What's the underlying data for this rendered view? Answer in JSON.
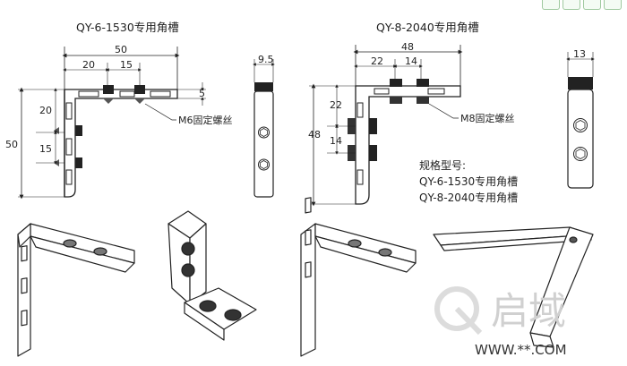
{
  "diagram": {
    "left_title": "QY-6-1530专用角槽",
    "right_title": "QY-8-2040专用角槽",
    "left_dims": {
      "overall_width": "50",
      "segment_a": "20",
      "segment_b": "15",
      "height_total": "50",
      "v_segment_a": "20",
      "v_segment_b": "15",
      "thickness": "5",
      "side_width": "9.5",
      "screw_label": "M6固定螺丝"
    },
    "right_dims": {
      "overall_width": "48",
      "segment_a": "22",
      "segment_b": "14",
      "height_total": "48",
      "v_segment_a": "22",
      "v_segment_b": "14",
      "side_width": "13",
      "screw_label": "M8固定螺丝"
    },
    "spec_heading": "规格型号:",
    "spec_items": [
      "QY-6-1530专用角槽",
      "QY-8-2040专用角槽"
    ],
    "watermark_brand": "启域",
    "watermark_url": "WWW.**.COM"
  },
  "colors": {
    "line": "#222222",
    "fill_light": "#ffffff",
    "watermark": "#d0d0d0",
    "hex_fill": "#333333"
  }
}
